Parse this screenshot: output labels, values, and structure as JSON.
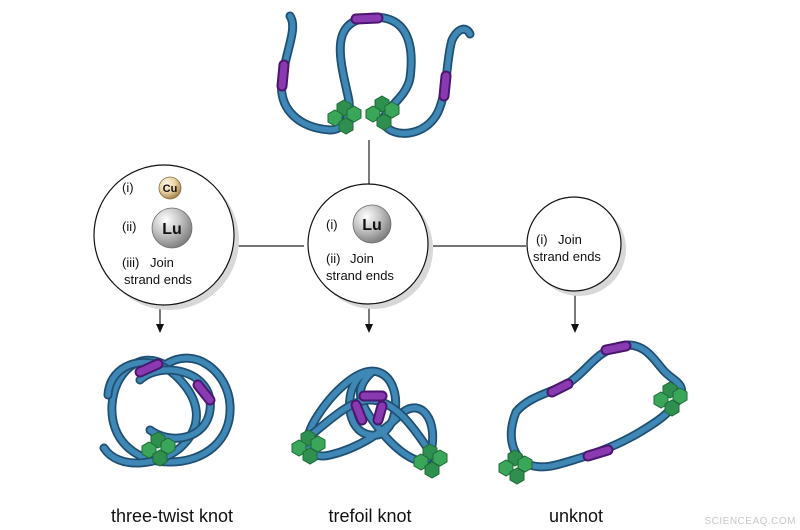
{
  "steps": {
    "left": {
      "line1_num": "(i)",
      "line1_metal": "Cu",
      "line2_num": "(ii)",
      "line2_metal": "Lu",
      "line3_num": "(iii)",
      "line3_a": "Join",
      "line3_b": "strand ends"
    },
    "middle": {
      "line1_num": "(i)",
      "line1_metal": "Lu",
      "line2_num": "(ii)",
      "line2_a": "Join",
      "line2_b": "strand ends"
    },
    "right": {
      "line1_num": "(i)",
      "line1_a": "Join",
      "line1_b": "strand ends"
    }
  },
  "products": {
    "left": "three-twist knot",
    "middle": "trefoil knot",
    "right": "unknot"
  },
  "watermark": "SCIENCEAQ.COM",
  "colors": {
    "strand": "#3f87b5",
    "strand_edge": "#1f4f73",
    "band": "#8a3ab0",
    "binding_site": "#3aa65a",
    "copper": "#c9a46a",
    "lutetium": "#a8a8a8"
  }
}
